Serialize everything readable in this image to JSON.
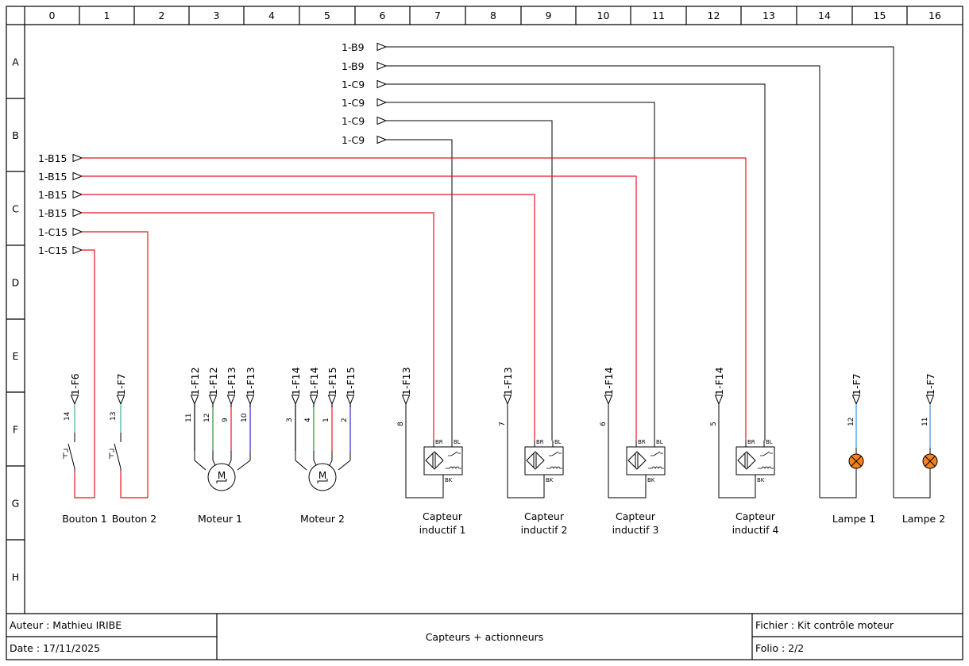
{
  "sheet": {
    "columns": [
      "0",
      "1",
      "2",
      "3",
      "4",
      "5",
      "6",
      "7",
      "8",
      "9",
      "10",
      "11",
      "12",
      "13",
      "14",
      "15",
      "16"
    ],
    "rows": [
      "A",
      "B",
      "C",
      "D",
      "E",
      "F",
      "G",
      "H"
    ]
  },
  "colors": {
    "red_wire": "#e8141c",
    "black_wire": "#000000",
    "green_wire": "#2e8b3a",
    "teal_wire": "#3fb39a",
    "blue_wire": "#2b2bd6",
    "light_blue_wire": "#3a8ee6",
    "lamp_fill": "#f7821b"
  },
  "top_refs": [
    {
      "label": "1-B9",
      "target": "Lampe 2"
    },
    {
      "label": "1-B9",
      "target": "Lampe 1"
    },
    {
      "label": "1-C9",
      "target": "Capteur inductif 4 BL"
    },
    {
      "label": "1-C9",
      "target": "Capteur inductif 3 BL"
    },
    {
      "label": "1-C9",
      "target": "Capteur inductif 2 BL"
    },
    {
      "label": "1-C9",
      "target": "Capteur inductif 1 BL"
    }
  ],
  "left_refs": [
    {
      "label": "1-B15",
      "target": "Capteur inductif 4 BR"
    },
    {
      "label": "1-B15",
      "target": "Capteur inductif 3 BR"
    },
    {
      "label": "1-B15",
      "target": "Capteur inductif 2 BR"
    },
    {
      "label": "1-B15",
      "target": "Capteur inductif 1 BR"
    },
    {
      "label": "1-C15",
      "target": "Bouton 2"
    },
    {
      "label": "1-C15",
      "target": "Bouton 1"
    }
  ],
  "components": {
    "buttons": [
      {
        "name": "Bouton 1",
        "ref": "1-F6",
        "wire": "14"
      },
      {
        "name": "Bouton 2",
        "ref": "1-F7",
        "wire": "13"
      }
    ],
    "motors": [
      {
        "name": "Moteur 1",
        "symbol": "M",
        "terminals": [
          {
            "ref": "1-F12",
            "wire": "11"
          },
          {
            "ref": "1-F12",
            "wire": "12"
          },
          {
            "ref": "1-F13",
            "wire": "9"
          },
          {
            "ref": "1-F13",
            "wire": "10"
          }
        ]
      },
      {
        "name": "Moteur 2",
        "symbol": "M",
        "terminals": [
          {
            "ref": "1-F14",
            "wire": "3"
          },
          {
            "ref": "1-F14",
            "wire": "4"
          },
          {
            "ref": "1-F15",
            "wire": "1"
          },
          {
            "ref": "1-F15",
            "wire": "2"
          }
        ]
      }
    ],
    "sensors": [
      {
        "name_line1": "Capteur",
        "name_line2": "inductif 1",
        "ref": "1-F13",
        "wire": "8",
        "pins": [
          "BR",
          "BL",
          "BK"
        ]
      },
      {
        "name_line1": "Capteur",
        "name_line2": "inductif 2",
        "ref": "1-F13",
        "wire": "7",
        "pins": [
          "BR",
          "BL",
          "BK"
        ]
      },
      {
        "name_line1": "Capteur",
        "name_line2": "inductif 3",
        "ref": "1-F14",
        "wire": "6",
        "pins": [
          "BR",
          "BL",
          "BK"
        ]
      },
      {
        "name_line1": "Capteur",
        "name_line2": "inductif 4",
        "ref": "1-F14",
        "wire": "5",
        "pins": [
          "BR",
          "BL",
          "BK"
        ]
      }
    ],
    "lamps": [
      {
        "name": "Lampe 1",
        "ref": "1-F7",
        "wire": "12"
      },
      {
        "name": "Lampe 2",
        "ref": "1-F7",
        "wire": "11"
      }
    ]
  },
  "title_block": {
    "author": "Auteur : Mathieu IRIBE",
    "date": "Date : 17/11/2025",
    "title": "Capteurs + actionneurs",
    "file": "Fichier : Kit contrôle moteur",
    "folio": "Folio : 2/2"
  }
}
